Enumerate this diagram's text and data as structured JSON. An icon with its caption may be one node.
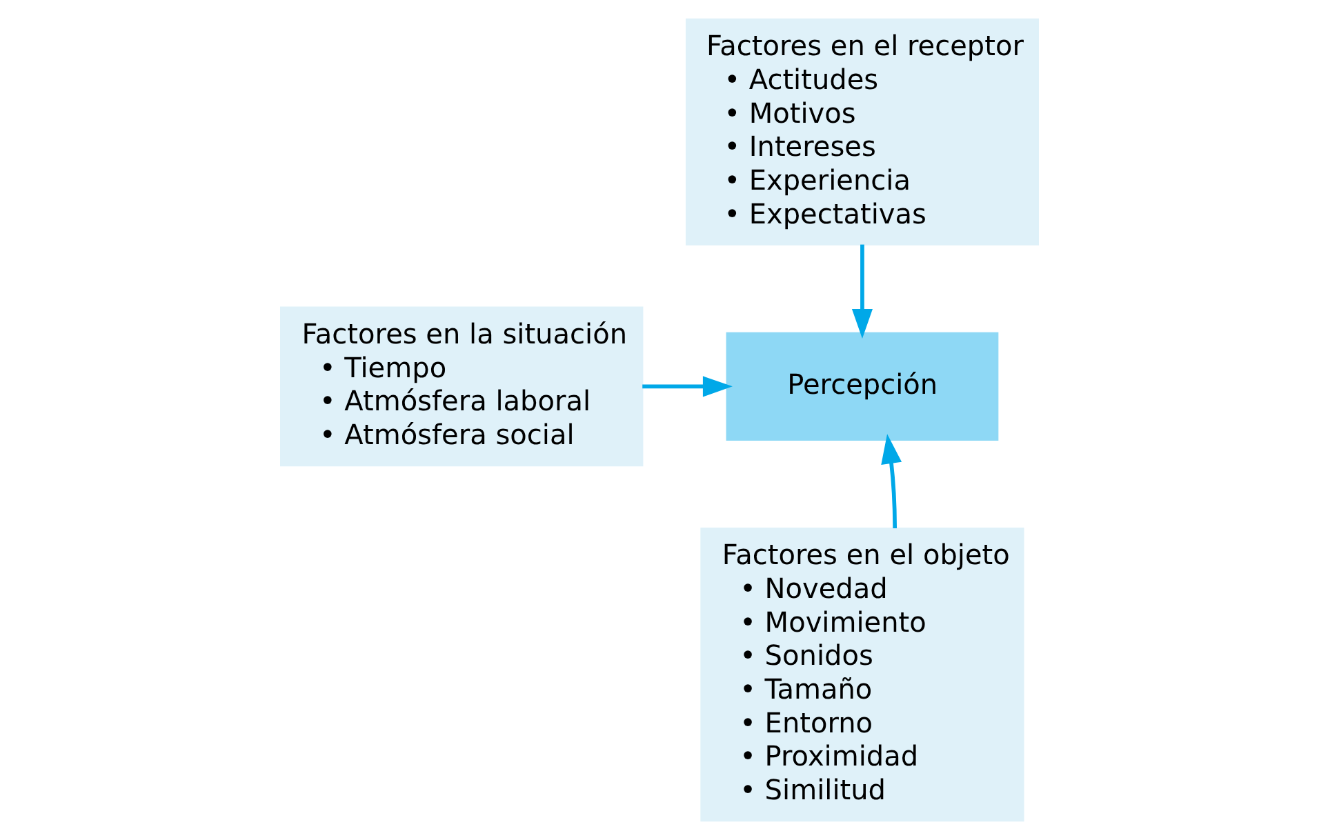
{
  "diagram": {
    "nodes": [
      {
        "text": [
          "Factores en el receptor",
          "• Actitudes",
          "• Motivos",
          "• Intereses",
          "• Experiencia",
          "• Expectativas"
        ]
      },
      {
        "text": [
          "Factores en la situación",
          "• Tiempo",
          "• Atmósfera laboral",
          "• Atmósfera social"
        ]
      },
      {
        "text": [
          "Percepción"
        ]
      },
      {
        "text": [
          "Factores en el objeto",
          "• Novedad",
          "• Movimiento",
          "• Sonidos",
          "• Tamaño",
          "• Entorno",
          "• Proximidad",
          "• Similitud"
        ]
      }
    ],
    "edges": [
      {
        "from": 0,
        "to": 2,
        "arrow": "to"
      },
      {
        "from": 1,
        "to": 2,
        "arrow": "to"
      },
      {
        "from": 3,
        "to": 2,
        "arrow": "to"
      }
    ]
  }
}
